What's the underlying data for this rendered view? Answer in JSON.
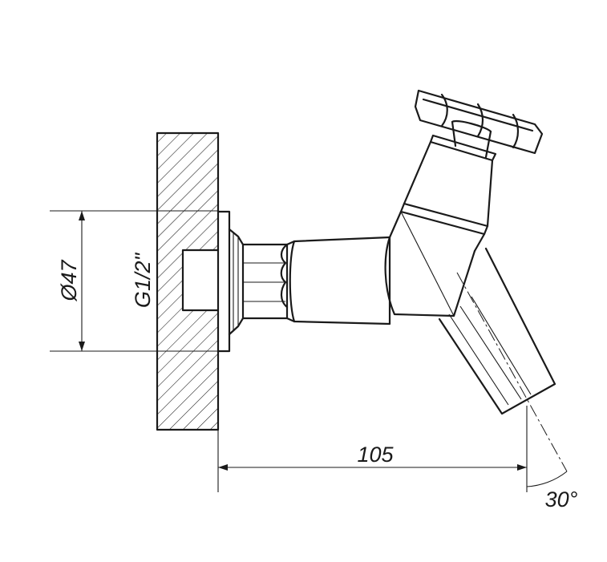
{
  "dimensions": {
    "diameter": "Ø47",
    "thread": "G1/2\"",
    "length": "105",
    "angle": "30°"
  }
}
